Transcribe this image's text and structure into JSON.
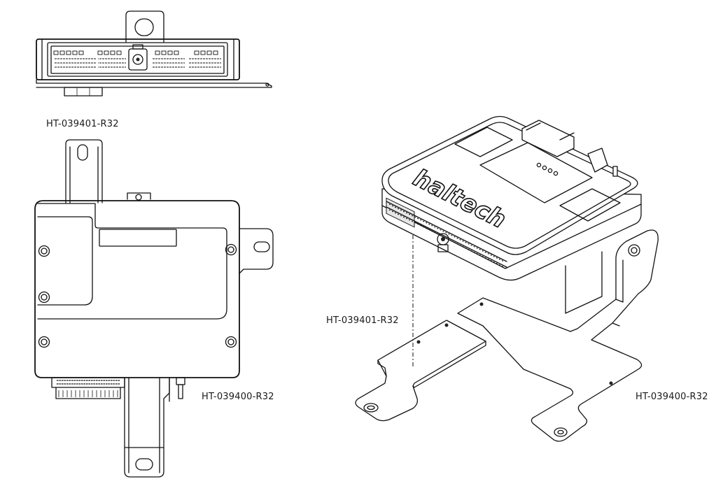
{
  "labels": {
    "bracket_top_left": "HT-039401-R32",
    "bracket_bottom_left": "HT-039400-R32",
    "bracket_mid_right": "HT-039401-R32",
    "bracket_far_right": "HT-039400-R32"
  },
  "logo_text": "haltech",
  "colors": {
    "line": "#111111",
    "background": "#ffffff",
    "dark_fill": "#222222"
  }
}
